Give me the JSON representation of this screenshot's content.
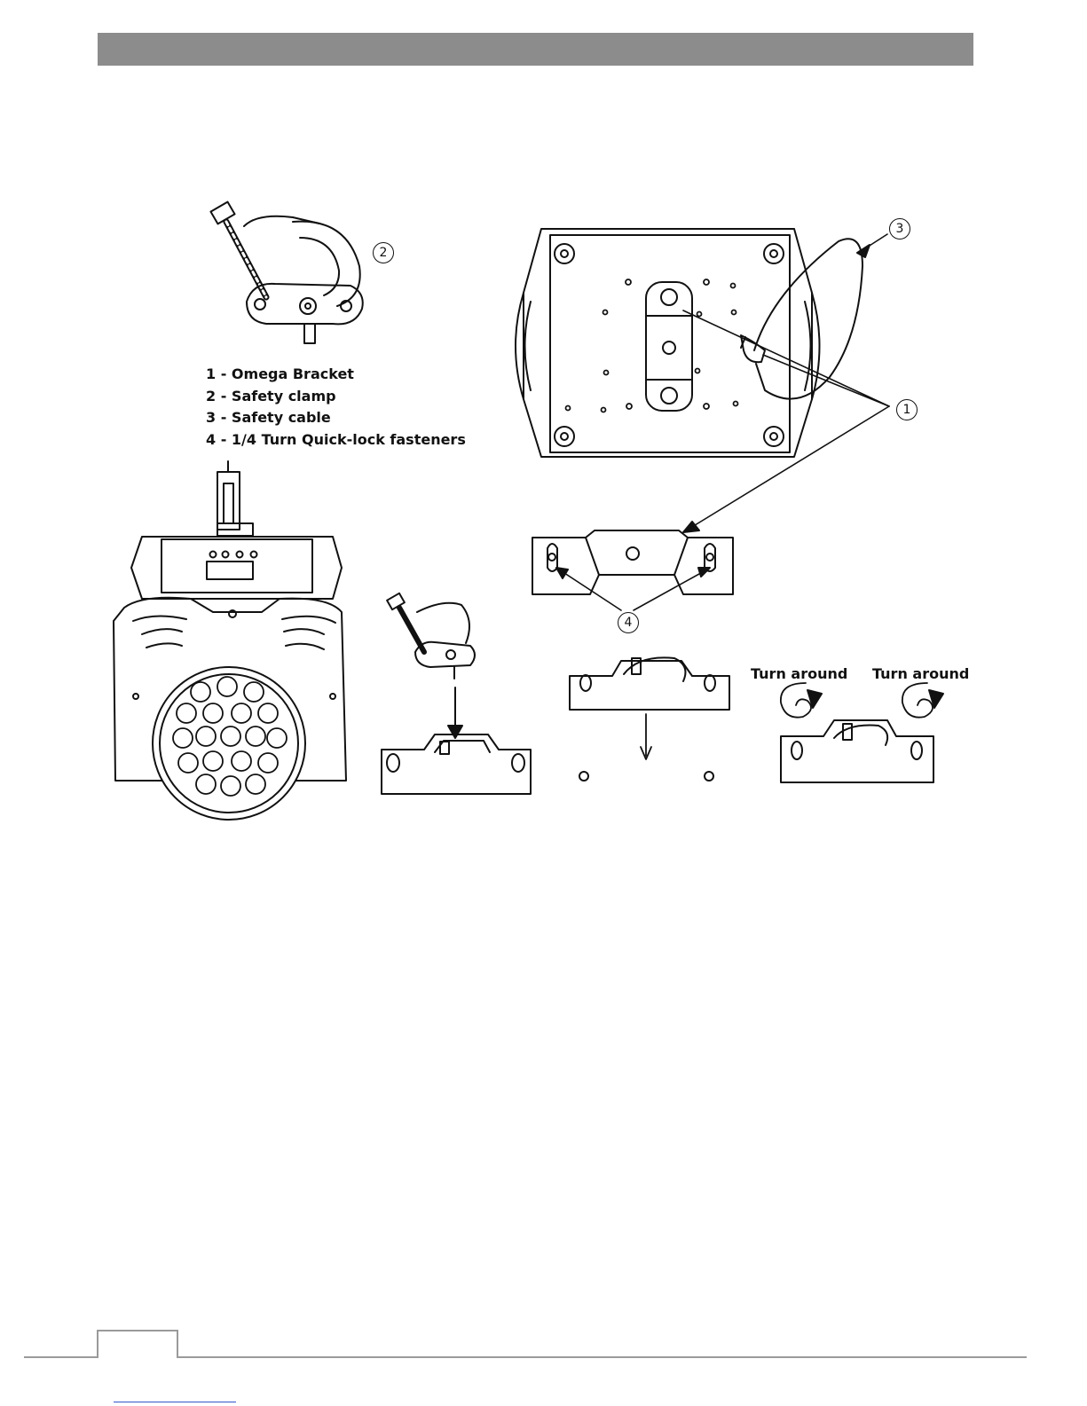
{
  "legend": {
    "item1": "1 - Omega Bracket",
    "item2": "2 - Safety clamp",
    "item3": "3 - Safety cable",
    "item4": "4 - 1/4 Turn Quick-lock fasteners"
  },
  "callouts": {
    "c1": "1",
    "c2": "2",
    "c3": "3",
    "c4": "4"
  },
  "turn_labels": {
    "left": "Turn around",
    "right": "Turn around"
  },
  "colors": {
    "header_bar": "#8c8c8c",
    "footer_line": "#9a9a9a",
    "link": "#3355cc"
  }
}
